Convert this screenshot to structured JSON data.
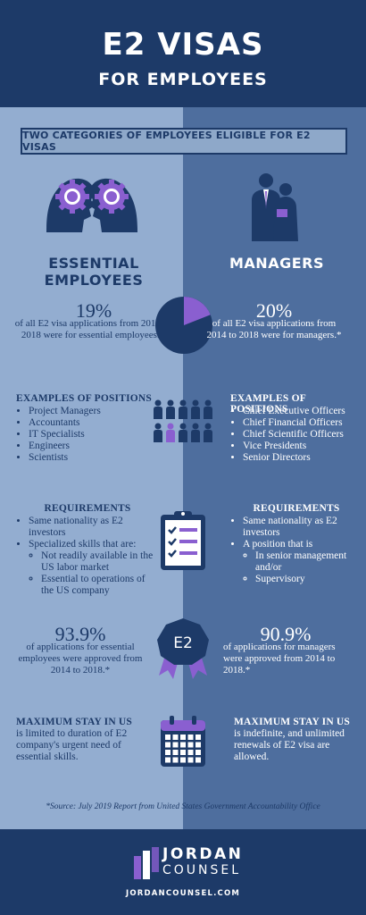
{
  "header": {
    "title": "E2 VISAS",
    "subtitle": "FOR EMPLOYEES"
  },
  "banner": "TWO CATEGORIES OF EMPLOYEES ELIGIBLE FOR E2 VISAS",
  "essential": {
    "heading": "ESSENTIAL EMPLOYEES",
    "application_pct": "19%",
    "application_text": "of all E2 visa applications from 2014 to 2018 were for essential employees.*",
    "positions_heading": "EXAMPLES OF POSITIONS",
    "positions": [
      "Project Managers",
      "Accountants",
      "IT Specialists",
      "Engineers",
      "Scientists"
    ],
    "requirements_heading": "REQUIREMENTS",
    "req1": "Same nationality as E2 investors",
    "req2": "Specialized skills that are:",
    "req2_sub": [
      "Not readily available in the US labor market",
      "Essential to operations of the US company"
    ],
    "approval_pct": "93.9%",
    "approval_text": "of applications for essential employees were approved from 2014 to 2018.*",
    "stay_heading": "MAXIMUM STAY IN US",
    "stay_text": "is limited to duration of E2 company's urgent need of essential skills."
  },
  "managers": {
    "heading": "MANAGERS",
    "application_pct": "20%",
    "application_text": "of all E2 visa applications from 2014 to 2018 were for managers.*",
    "positions_heading": "EXAMPLES OF POSITIONS",
    "positions": [
      "Chief Executive Officers",
      "Chief Financial Officers",
      "Chief Scientific Officers",
      "Vice Presidents",
      "Senior Directors"
    ],
    "requirements_heading": "REQUIREMENTS",
    "req1": "Same nationality as E2 investors",
    "req2": "A position that is",
    "req2_sub": [
      "In senior management and/or",
      "Supervisory"
    ],
    "approval_pct": "90.9%",
    "approval_text": "of applications for managers were approved from 2014 to 2018.*",
    "stay_heading": "MAXIMUM STAY IN US",
    "stay_text": "is indefinite, and unlimited renewals of E2 visa are allowed."
  },
  "badge_text": "E2",
  "pie": {
    "slice_fraction": 0.19
  },
  "source": "*Source:  July 2019 Report from United States Government Accountability Office",
  "logo": {
    "line1": "JORDAN",
    "line2": "COUNSEL",
    "site": "JORDANCOUNSEL.COM"
  },
  "colors": {
    "navy": "#1d3a68",
    "purple": "#8a5fd0",
    "left_bg": "#93add0",
    "right_bg": "#4e6e9e"
  }
}
